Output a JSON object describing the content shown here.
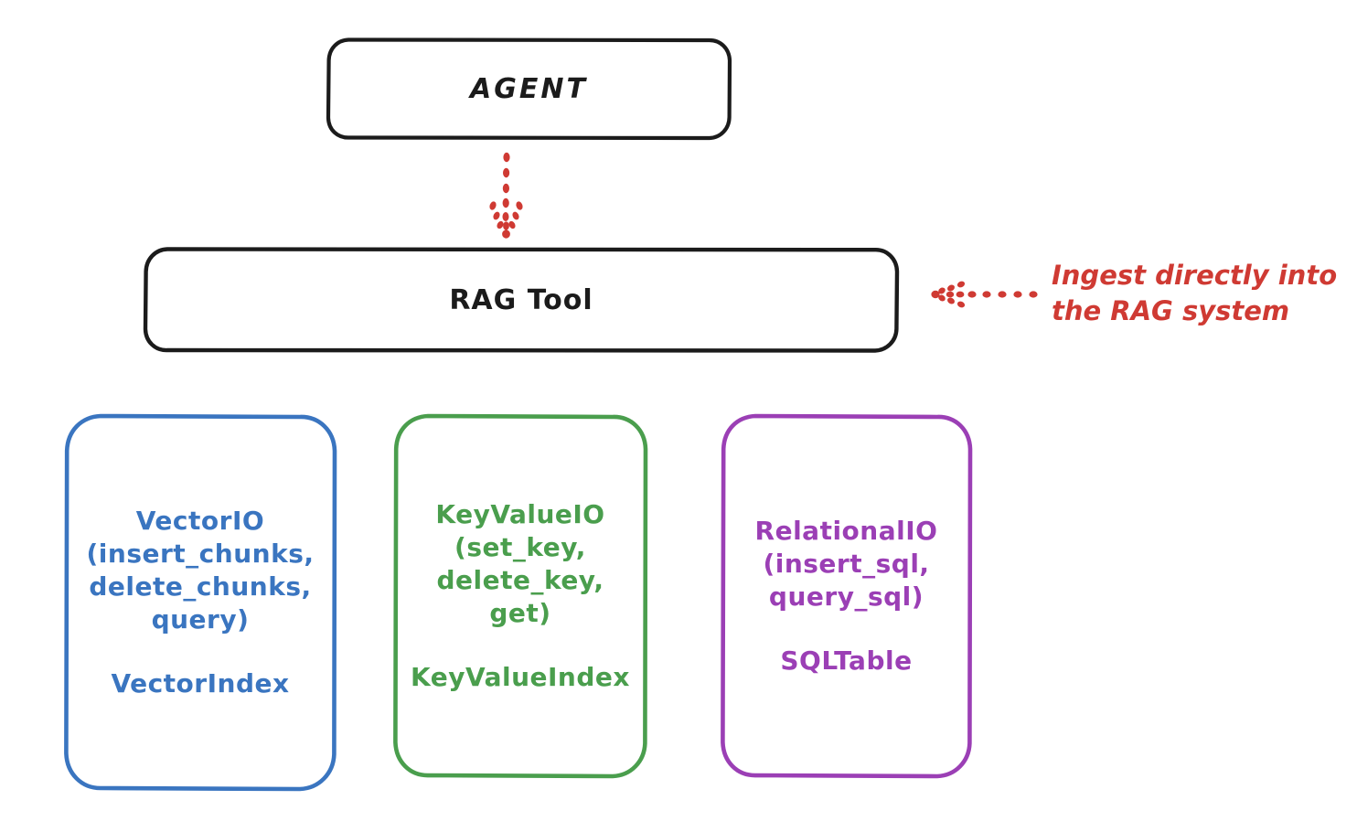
{
  "diagram": {
    "title": "RAG Tool architecture diagram",
    "background": "#ffffff",
    "colors": {
      "black": "#1b1b1b",
      "blue": "#3a75c0",
      "green": "#4a9e4d",
      "purple": "#9b3fb5",
      "red": "#cf3a33"
    }
  },
  "nodes": {
    "agent": {
      "label": "AGENT",
      "color": "#1b1b1b"
    },
    "rag_tool": {
      "label": "RAG Tool",
      "color": "#1b1b1b"
    },
    "vector": {
      "title": "VectorIO\n(insert_chunks,\ndelete_chunks,\nquery)",
      "subtitle": "VectorIndex",
      "color": "#3a75c0"
    },
    "keyvalue": {
      "title": "KeyValueIO\n(set_key,\ndelete_key, get)",
      "subtitle": "KeyValueIndex",
      "color": "#4a9e4d"
    },
    "relational": {
      "title": "RelationalIO\n(insert_sql,\nquery_sql)",
      "subtitle": "SQLTable",
      "color": "#9b3fb5"
    }
  },
  "annotations": {
    "ingest": {
      "text": "Ingest directly into\nthe RAG system",
      "color": "#cf3a33"
    }
  },
  "edges": {
    "agent_to_rag": {
      "style": "dotted",
      "direction": "down",
      "color": "#cf3a33"
    },
    "ingest_to_rag": {
      "style": "dotted",
      "direction": "left",
      "color": "#cf3a33"
    }
  }
}
